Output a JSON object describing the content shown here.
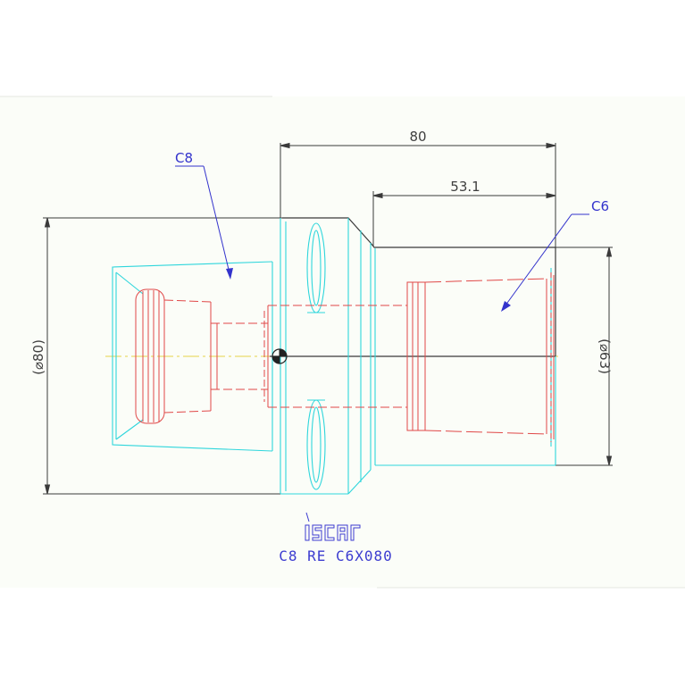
{
  "dimensions": {
    "overall_length": "80",
    "c6_length": "53.1",
    "left_diameter": "(⌀80)",
    "right_diameter": "(⌀63)"
  },
  "callouts": {
    "left": "C8",
    "right": "C6"
  },
  "logo": {
    "brand": "iscar",
    "icon": "iscar-logo-icon"
  },
  "caption": "C8 RE C6X080",
  "colors": {
    "outline_cyan": "#2fd6dc",
    "hidden_red": "#e04848",
    "dimension_dark": "#3a3a3a",
    "callout_blue": "#3333cc",
    "centerline_yellow": "#e6d24a",
    "background_panel": "#fbfdf8"
  }
}
